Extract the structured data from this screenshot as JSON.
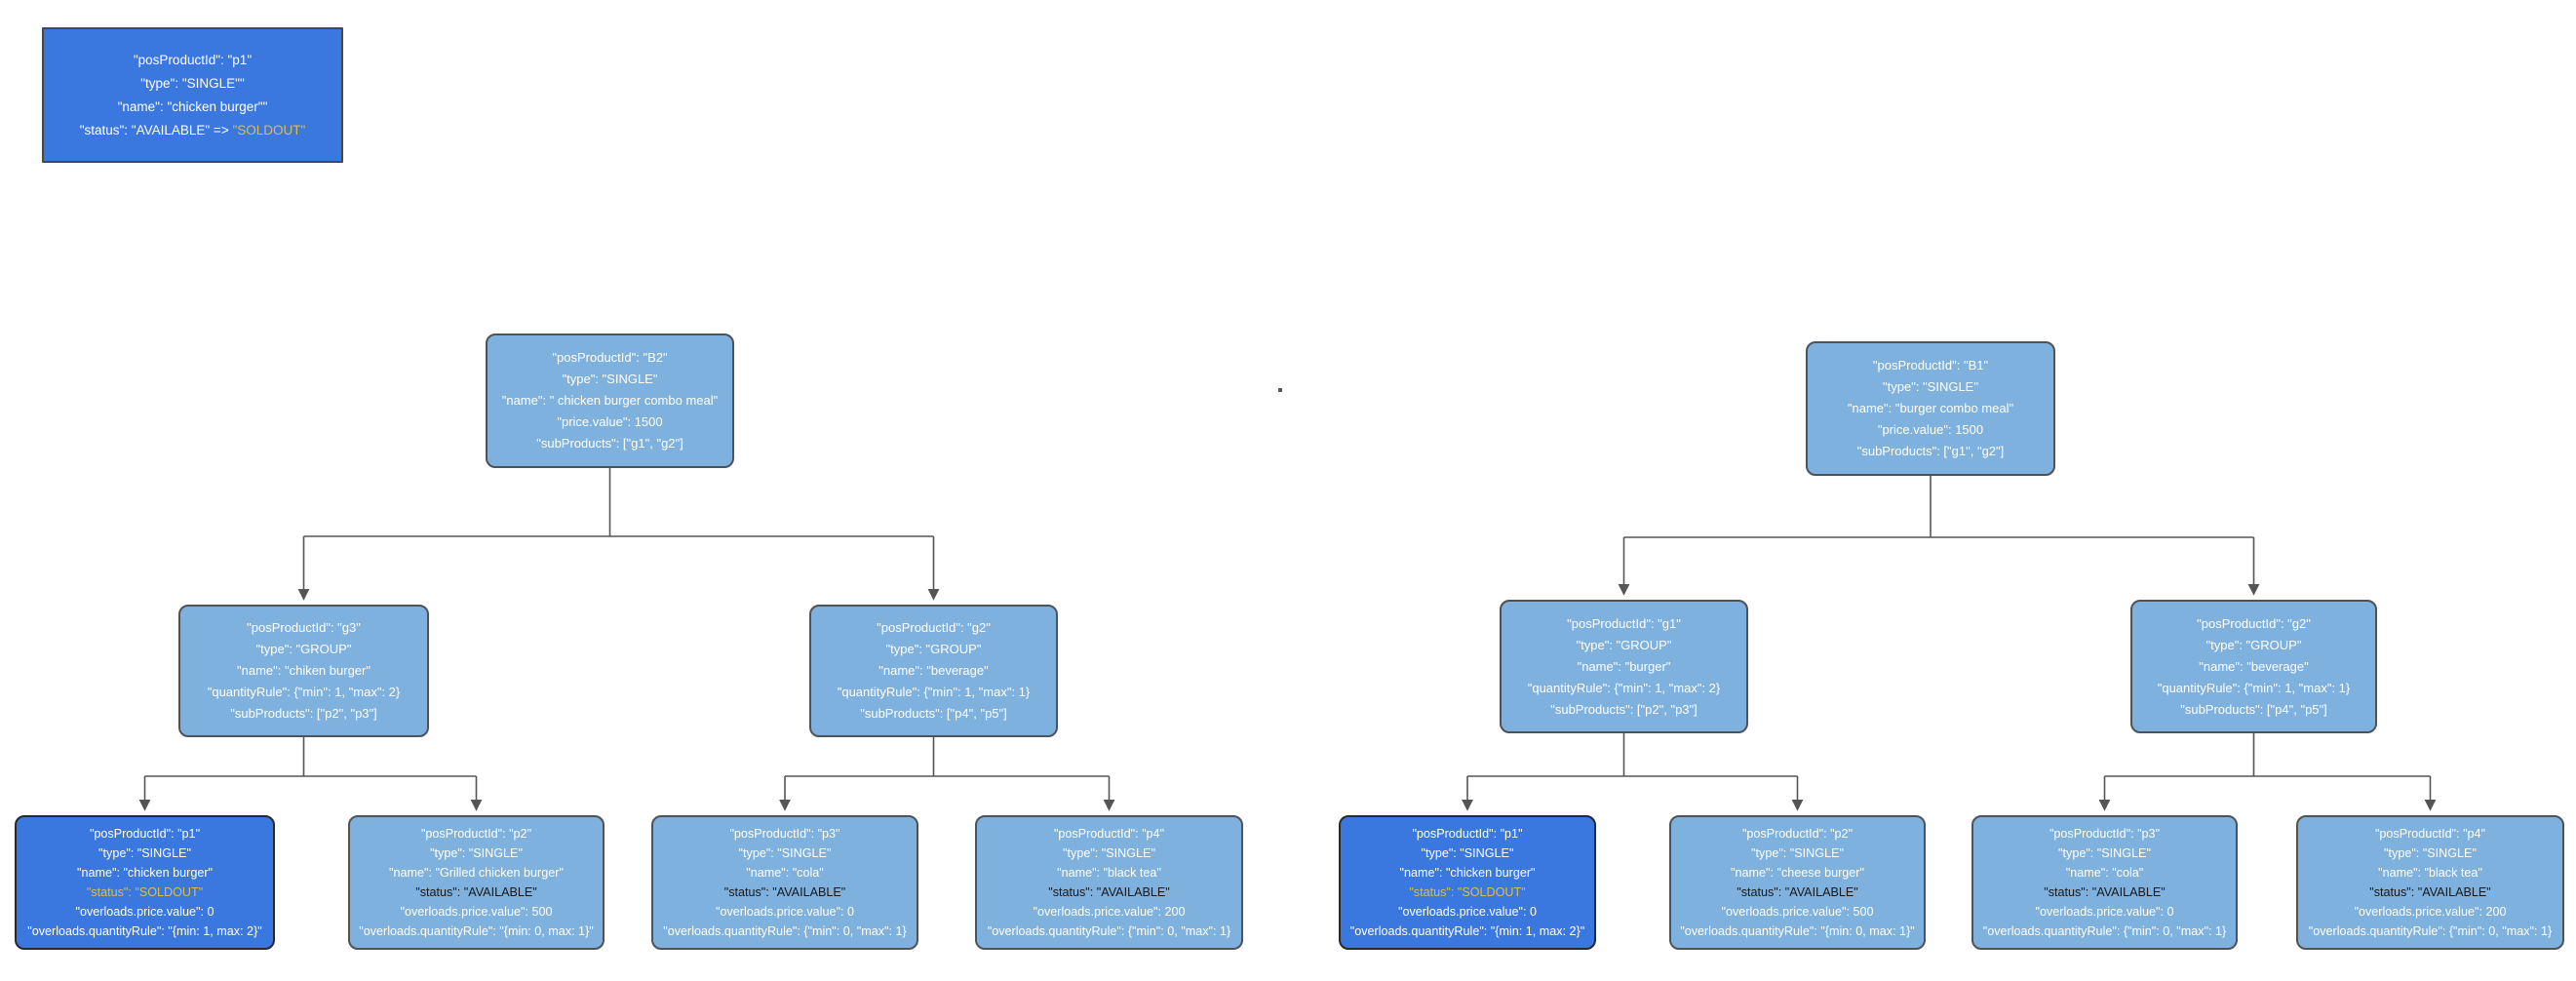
{
  "colors": {
    "background": "#ffffff",
    "node_fill": "#7fb1de",
    "node_border": "#4e5358",
    "highlight_fill": "#3a78e0",
    "highlight_border": "#26292d",
    "text_light": "#ffffff",
    "text_dark": "#17181a",
    "text_soldout": "#d9be4e",
    "connector": "#555555"
  },
  "info_box": {
    "l1": "\"posProductId\": \"p1\"",
    "l2": "\"type\": \"SINGLE\"\"",
    "l3": "\"name\": \"chicken burger\"\"",
    "l4_prefix": "\"status\": \"AVAILABLE\" => ",
    "l4_highlight": "\"SOLDOUT\""
  },
  "left_tree": {
    "root": {
      "l1": "\"posProductId\": \"B2\"",
      "l2": "\"type\": \"SINGLE\"",
      "l3": "\"name\": \" chicken burger combo meal\"",
      "l4": "\"price.value\": 1500",
      "l5": "\"subProducts\": [\"g1\", \"g2\"]"
    },
    "group_left": {
      "l1": "\"posProductId\": \"g3\"",
      "l2": "\"type\": \"GROUP\"",
      "l3": "\"name\": \"chiken burger\"",
      "l4": "\"quantityRule\": {\"min\": 1, \"max\": 2}",
      "l5": "\"subProducts\": [\"p2\", \"p3\"]"
    },
    "group_right": {
      "l1": "\"posProductId\": \"g2\"",
      "l2": "\"type\": \"GROUP\"",
      "l3": "\"name\": \"beverage\"",
      "l4": "\"quantityRule\": {\"min\": 1, \"max\": 1}",
      "l5": "\"subProducts\": [\"p4\", \"p5\"]"
    },
    "leaf1": {
      "l1": "\"posProductId\": \"p1\"",
      "l2": "\"type\": \"SINGLE\"",
      "l3": "\"name\": \"chicken burger\"",
      "l4": "\"status\": \"SOLDOUT\"",
      "l5": "\"overloads.price.value\": 0",
      "l6": "\"overloads.quantityRule\": \"{min: 1, max: 2}\""
    },
    "leaf2": {
      "l1": "\"posProductId\": \"p2\"",
      "l2": "\"type\": \"SINGLE\"",
      "l3": "\"name\": \"Grilled chicken burger\"",
      "l4": "\"status\": \"AVAILABLE\"",
      "l5": "\"overloads.price.value\": 500",
      "l6": "\"overloads.quantityRule\": \"{min: 0, max: 1}\""
    },
    "leaf3": {
      "l1": "\"posProductId\": \"p3\"",
      "l2": "\"type\": \"SINGLE\"",
      "l3": "\"name\": \"cola\"",
      "l4": "\"status\": \"AVAILABLE\"",
      "l5": "\"overloads.price.value\": 0",
      "l6": "\"overloads.quantityRule\": {\"min\": 0, \"max\": 1}"
    },
    "leaf4": {
      "l1": "\"posProductId\": \"p4\"",
      "l2": "\"type\": \"SINGLE\"",
      "l3": "\"name\": \"black tea\"",
      "l4": "\"status\": \"AVAILABLE\"",
      "l5": "\"overloads.price.value\": 200",
      "l6": "\"overloads.quantityRule\": {\"min\": 0, \"max\": 1}"
    }
  },
  "right_tree": {
    "root": {
      "l1": "\"posProductId\": \"B1\"",
      "l2": "\"type\": \"SINGLE\"",
      "l3": "\"name\": \"burger combo meal\"",
      "l4": "\"price.value\": 1500",
      "l5": "\"subProducts\": [\"g1\", \"g2\"]"
    },
    "group_left": {
      "l1": "\"posProductId\": \"g1\"",
      "l2": "\"type\": \"GROUP\"",
      "l3": "\"name\": \"burger\"",
      "l4": "\"quantityRule\": {\"min\": 1, \"max\": 2}",
      "l5": "\"subProducts\": [\"p2\", \"p3\"]"
    },
    "group_right": {
      "l1": "\"posProductId\": \"g2\"",
      "l2": "\"type\": \"GROUP\"",
      "l3": "\"name\": \"beverage\"",
      "l4": "\"quantityRule\": {\"min\": 1, \"max\": 1}",
      "l5": "\"subProducts\": [\"p4\", \"p5\"]"
    },
    "leaf1": {
      "l1": "\"posProductId\": \"p1\"",
      "l2": "\"type\": \"SINGLE\"",
      "l3": "\"name\": \"chicken burger\"",
      "l4": "\"status\": \"SOLDOUT\"",
      "l5": "\"overloads.price.value\": 0",
      "l6": "\"overloads.quantityRule\": \"{min: 1, max: 2}\""
    },
    "leaf2": {
      "l1": "\"posProductId\": \"p2\"",
      "l2": "\"type\": \"SINGLE\"",
      "l3": "\"name\": \"cheese burger\"",
      "l4": "\"status\": \"AVAILABLE\"",
      "l5": "\"overloads.price.value\": 500",
      "l6": "\"overloads.quantityRule\": \"{min: 0, max: 1}\""
    },
    "leaf3": {
      "l1": "\"posProductId\": \"p3\"",
      "l2": "\"type\": \"SINGLE\"",
      "l3": "\"name\": \"cola\"",
      "l4": "\"status\": \"AVAILABLE\"",
      "l5": "\"overloads.price.value\": 0",
      "l6": "\"overloads.quantityRule\": {\"min\": 0, \"max\": 1}"
    },
    "leaf4": {
      "l1": "\"posProductId\": \"p4\"",
      "l2": "\"type\": \"SINGLE\"",
      "l3": "\"name\": \"black tea\"",
      "l4": "\"status\": \"AVAILABLE\"",
      "l5": "\"overloads.price.value\": 200",
      "l6": "\"overloads.quantityRule\": {\"min\": 0, \"max\": 1}"
    }
  }
}
